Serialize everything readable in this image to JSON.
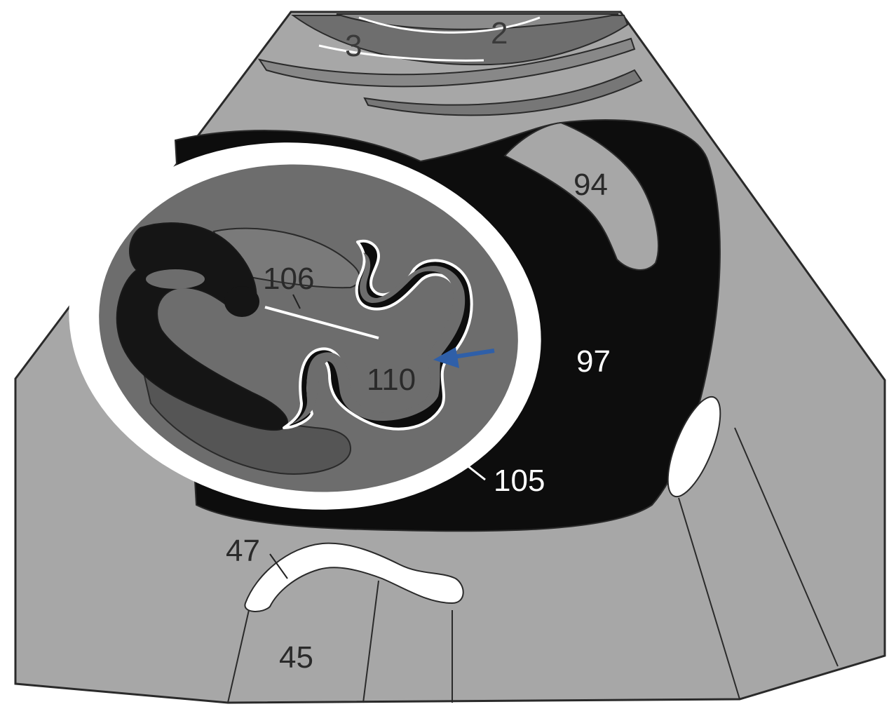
{
  "diagram": {
    "labels": {
      "l2": "2",
      "l3": "3",
      "l94": "94",
      "l97": "97",
      "l106": "106",
      "l110": "110",
      "l105": "105",
      "l47": "47",
      "l45": "45"
    },
    "colors": {
      "background": "#ffffff",
      "tissue_gray": "#a7a7a7",
      "dark_gray": "#6d6d6d",
      "mid_gray": "#848484",
      "fluid_black": "#0d0d0d",
      "bone_white": "#ffffff",
      "outline": "#2a2a2a",
      "arrow_blue": "#2f5fa8"
    }
  }
}
